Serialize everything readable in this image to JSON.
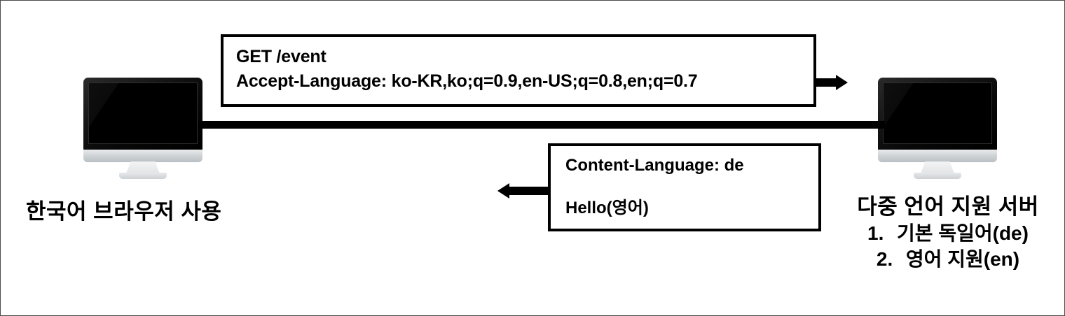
{
  "diagram": {
    "title_text": "HTTP Accept-Language content negotiation diagram",
    "colors": {
      "line": "#000000",
      "box_border": "#000000",
      "background": "#ffffff",
      "frame_border": "#4a4a4a",
      "monitor_screen": "#000000",
      "monitor_bezel": "#d2d6d9"
    }
  },
  "client": {
    "caption": "한국어 브라우저 사용",
    "device": "desktop-monitor"
  },
  "server": {
    "caption": "다중 언어 지원 서버",
    "device": "desktop-monitor",
    "capabilities": [
      {
        "num": "1.",
        "label": "기본 독일어(de)"
      },
      {
        "num": "2.",
        "label": "영어 지원(en)"
      }
    ]
  },
  "request": {
    "line1": "GET /event",
    "line2": "Accept-Language: ko-KR,ko;q=0.9,en-US;q=0.8,en;q=0.7",
    "direction": "client-to-server"
  },
  "response": {
    "line1": "Content-Language: de",
    "line2": "Hello(영어)",
    "direction": "server-to-client"
  }
}
